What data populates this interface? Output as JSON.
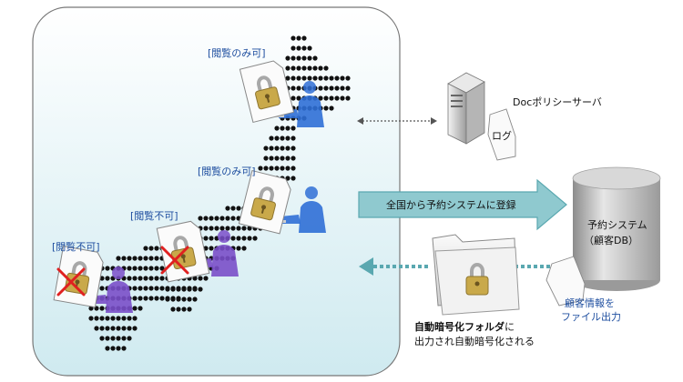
{
  "labels": {
    "view_only_1": "[閲覧のみ可]",
    "view_only_2": "[閲覧のみ可]",
    "no_view_1": "[閲覧不可]",
    "no_view_2": "[閲覧不可]",
    "policy_server": "Docポリシーサーバ",
    "log": "ログ",
    "register_arrow": "全国から予約システムに登録",
    "reservation_system_line1": "予約システム",
    "reservation_system_line2": "（顧客DB）",
    "export_line1": "顧客情報を",
    "export_line2": "ファイル出力",
    "auto_folder_bold": "自動暗号化フォルダ",
    "auto_folder_suffix": "に",
    "auto_folder_line2": "出力され自動暗号化される"
  },
  "icons": {
    "users": "user-icon",
    "locked_docs": "locked-document-icon",
    "denied": "x-mark-icon",
    "server": "server-icon",
    "database": "database-icon",
    "folder": "encrypted-folder-icon"
  },
  "colors": {
    "panel_top": "#ffffff",
    "panel_bottom": "#cfeaf0",
    "map_dots": "#111111",
    "arrow_teal": "#5aa8b0",
    "user_blue": "#2f6fd6",
    "user_purple": "#7a4fc9",
    "lock_gold": "#c9a94a",
    "deny_red": "#e02020",
    "label_blue": "#1f4fa0"
  }
}
